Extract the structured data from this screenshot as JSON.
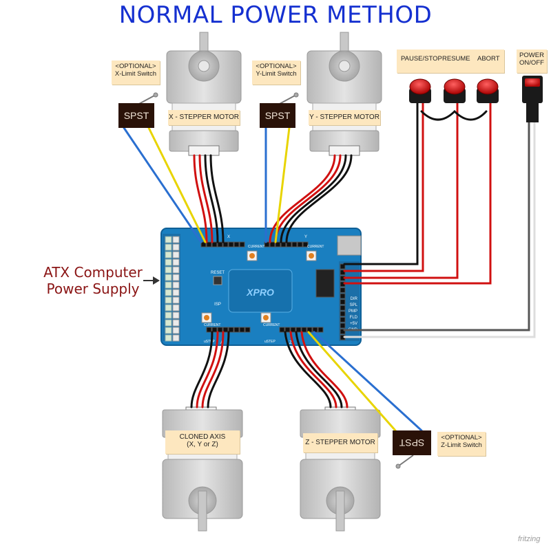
{
  "title": "NORMAL POWER METHOD",
  "atx_label": [
    "ATX Computer",
    "Power Supply"
  ],
  "switch_label": "SPST",
  "x_limit": [
    "<OPTIONAL>",
    "X-Limit Switch"
  ],
  "y_limit": [
    "<OPTIONAL>",
    "Y-Limit Switch"
  ],
  "z_limit": [
    "<OPTIONAL>",
    "Z-Limit Switch"
  ],
  "motors": {
    "x": "X - STEPPER MOTOR",
    "y": "Y - STEPPER MOTOR",
    "z": "Z - STEPPER MOTOR",
    "cloned": [
      "CLONED AXIS",
      "(X, Y or Z)"
    ]
  },
  "buttons": {
    "pause": "PAUSE/STOP",
    "resume": "RESUME",
    "abort": "ABORT",
    "power": [
      "POWER",
      "ON/OFF"
    ]
  },
  "board": {
    "brand": "XPRO",
    "reset": "RESET",
    "isp": "ISP",
    "current": "CURRENT",
    "ustep": "uSTEP",
    "axis_x": "X",
    "axis_y": "Y",
    "axis_z": "Z",
    "axis_a": "A",
    "right_pins": [
      "DIR",
      "SPL",
      "PMP",
      "FLD",
      "+5V",
      "GND"
    ]
  },
  "watermark": "fritzing",
  "colors": {
    "board": "#1a7fc0",
    "board_edge": "#0f5f96",
    "wire_red": "#d01010",
    "wire_black": "#111111",
    "wire_blue": "#2a6fd0",
    "wire_yellow": "#e8d400",
    "wire_green": "#2a9a3a",
    "title": "#1530d0",
    "note_bg": "#fde7bf",
    "button_red": "#d41010"
  }
}
